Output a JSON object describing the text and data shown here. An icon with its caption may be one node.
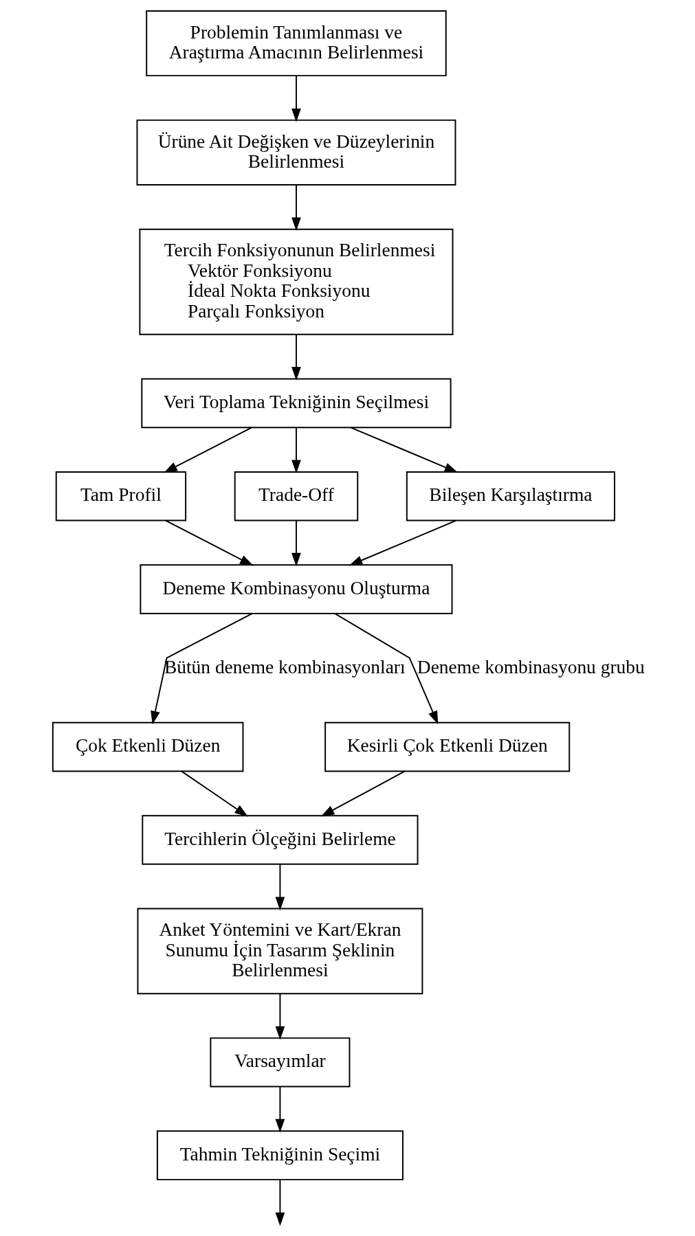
{
  "diagram": {
    "nodes": [
      {
        "text": [
          "Problemin Tanımlanması ve Araştırma Amacının Belirlenmesi"
        ]
      },
      {
        "text": [
          "Ürüne Ait Değişken ve Düzeylerinin Belirlenmesi"
        ]
      },
      {
        "text": [
          "Tercih Fonksiyonunun Belirlenmesi",
          "Vektör Fonksiyonu",
          "İdeal Nokta Fonksiyonu",
          "Parçalı Fonksiyon"
        ]
      },
      {
        "text": [
          "Veri Toplama Tekniğinin Seçilmesi"
        ]
      },
      {
        "text": [
          "Tam Profil"
        ]
      },
      {
        "text": [
          "Trade-Off"
        ]
      },
      {
        "text": [
          "Bileşen Karşılaştırma"
        ]
      },
      {
        "text": [
          "Deneme Kombinasyonu Oluşturma"
        ]
      },
      {
        "text": [
          "Çok Etkenli Düzen"
        ]
      },
      {
        "text": [
          "Kesirli Çok Etkenli Düzen"
        ]
      },
      {
        "text": [
          "Tercihlerin Ölçeğini Belirleme"
        ]
      },
      {
        "text": [
          "Anket Yöntemini ve Kart/Ekran Sunumu İçin Tasarım Şeklinin Belirlenmesi"
        ]
      },
      {
        "text": [
          "Varsayımlar"
        ]
      },
      {
        "text": [
          "Tahmin Tekniğinin Seçimi"
        ]
      }
    ],
    "edges": [
      {
        "from": 0,
        "to": 1,
        "arrow": "to"
      },
      {
        "from": 1,
        "to": 2,
        "arrow": "to"
      },
      {
        "from": 2,
        "to": 3,
        "arrow": "to"
      },
      {
        "from": 3,
        "to": 4,
        "arrow": "to"
      },
      {
        "from": 3,
        "to": 5,
        "arrow": "to"
      },
      {
        "from": 3,
        "to": 6,
        "arrow": "to"
      },
      {
        "from": 4,
        "to": 7,
        "arrow": "to"
      },
      {
        "from": 5,
        "to": 7,
        "arrow": "to"
      },
      {
        "from": 6,
        "to": 7,
        "arrow": "to"
      },
      {
        "from": 7,
        "to": 8,
        "arrow": "to",
        "label": "Bütün deneme kombinasyonları"
      },
      {
        "from": 7,
        "to": 9,
        "arrow": "to",
        "label": "Deneme kombinasyonu grubu"
      },
      {
        "from": 8,
        "to": 10,
        "arrow": "to"
      },
      {
        "from": 9,
        "to": 10,
        "arrow": "to"
      },
      {
        "from": 10,
        "to": 11,
        "arrow": "to"
      },
      {
        "from": 11,
        "to": 12,
        "arrow": "to"
      },
      {
        "from": 12,
        "to": 13,
        "arrow": "to"
      },
      {
        "from": 13,
        "to": null,
        "arrow": "to"
      }
    ]
  }
}
